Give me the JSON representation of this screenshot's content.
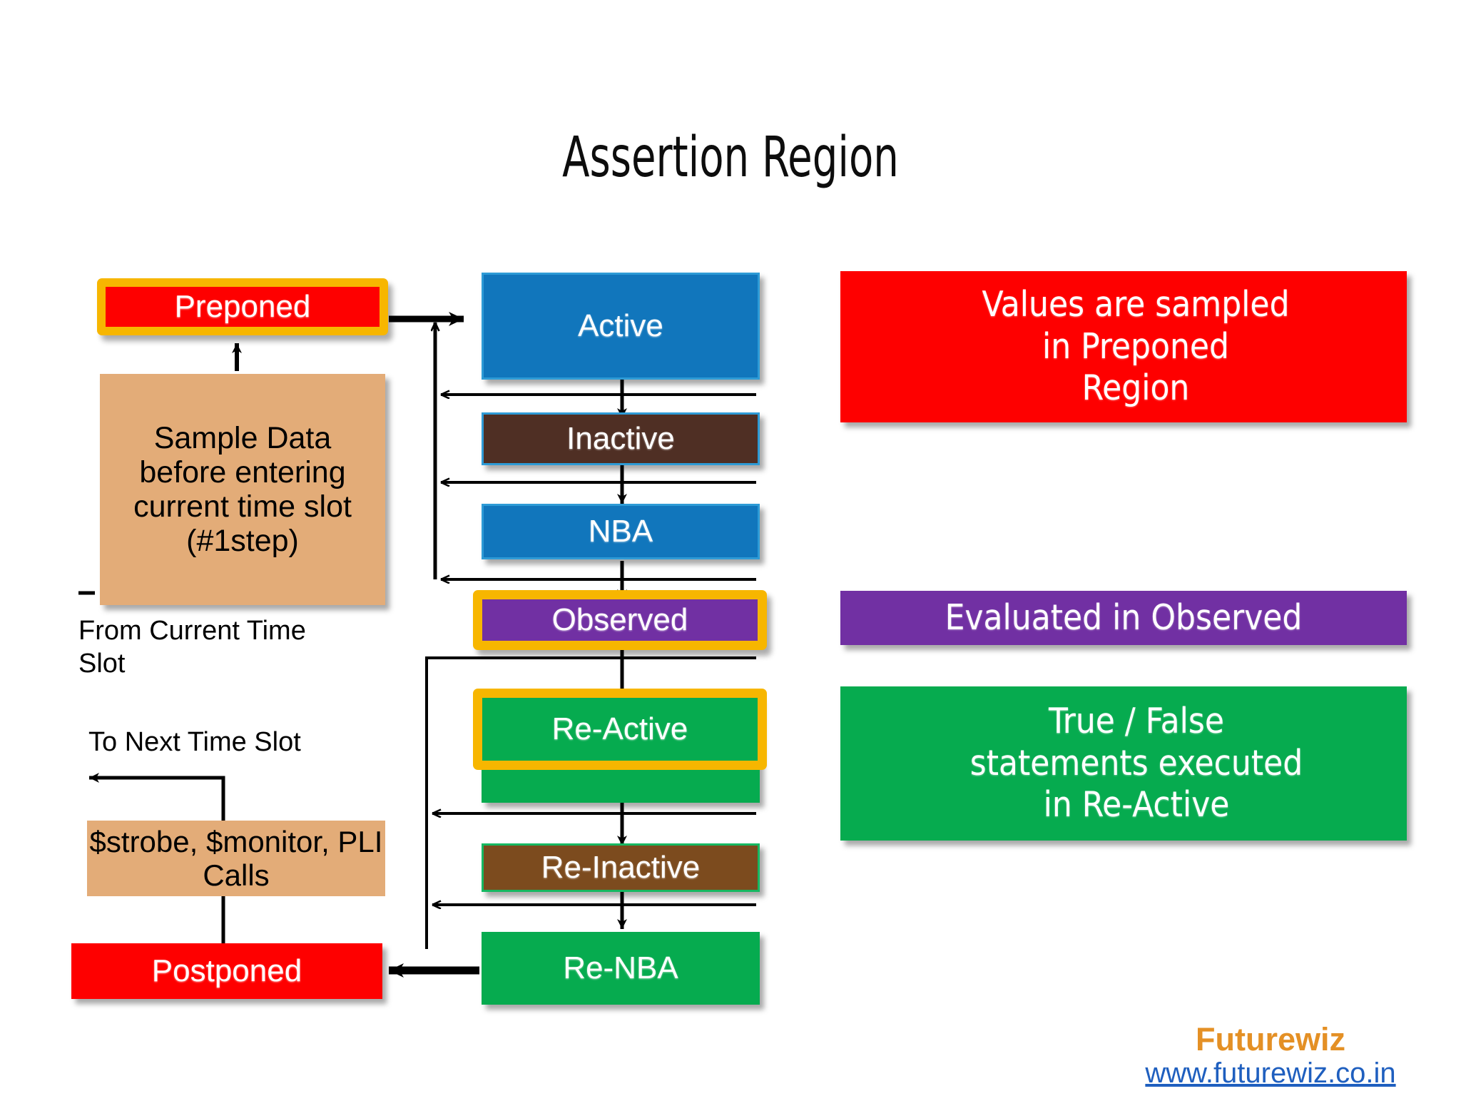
{
  "title": "Assertion Region",
  "diagram": {
    "type": "flowchart",
    "description": "SystemVerilog scheduling regions showing assertion evaluation flow",
    "stages": [
      {
        "id": "preponed",
        "label": "Preponed",
        "fill": "#FE0000",
        "highlight": "#F7B600",
        "highlighted": true
      },
      {
        "id": "active",
        "label": "Active",
        "fill": "#1176BC",
        "highlight": null,
        "highlighted": false
      },
      {
        "id": "inactive",
        "label": "Inactive",
        "fill": "#4F2F24",
        "highlight": null,
        "highlighted": false
      },
      {
        "id": "nba",
        "label": "NBA",
        "fill": "#1176BC",
        "highlight": null,
        "highlighted": false
      },
      {
        "id": "observed",
        "label": "Observed",
        "fill": "#7130A3",
        "highlight": "#F7B600",
        "highlighted": true
      },
      {
        "id": "re-active",
        "label": "Re-Active",
        "fill": "#06AB4F",
        "highlight": "#F7B600",
        "highlighted": true
      },
      {
        "id": "re-inactive",
        "label": "Re-Inactive",
        "fill": "#7C4B1E",
        "highlight": null,
        "highlighted": false
      },
      {
        "id": "re-nba",
        "label": "Re-NBA",
        "fill": "#06AB4F",
        "highlight": null,
        "highlighted": false
      },
      {
        "id": "postponed",
        "label": "Postponed",
        "fill": "#FE0000",
        "highlight": null,
        "highlighted": false
      }
    ]
  },
  "notes": {
    "sample_data": "Sample Data before entering current time slot (#1step)",
    "strobe": "$strobe, $monitor, PLI Calls",
    "from_current_time_slot": "From Current Time Slot",
    "to_next_time_slot": "To Next Time Slot"
  },
  "callouts": [
    {
      "id": "preponed-callout",
      "color": "#FE0000",
      "lines": [
        "Values are sampled",
        "in Preponed",
        "Region"
      ]
    },
    {
      "id": "observed-callout",
      "color": "#7130A3",
      "lines": [
        "Evaluated in Observed"
      ]
    },
    {
      "id": "reactive-callout",
      "color": "#06AB4F",
      "lines": [
        "True / False",
        "statements executed",
        "in Re-Active"
      ]
    }
  ],
  "brand": {
    "name": "Futurewiz",
    "url": "www.futurewiz.co.in",
    "name_color": "#E49025",
    "url_color": "#1F5FBF"
  }
}
